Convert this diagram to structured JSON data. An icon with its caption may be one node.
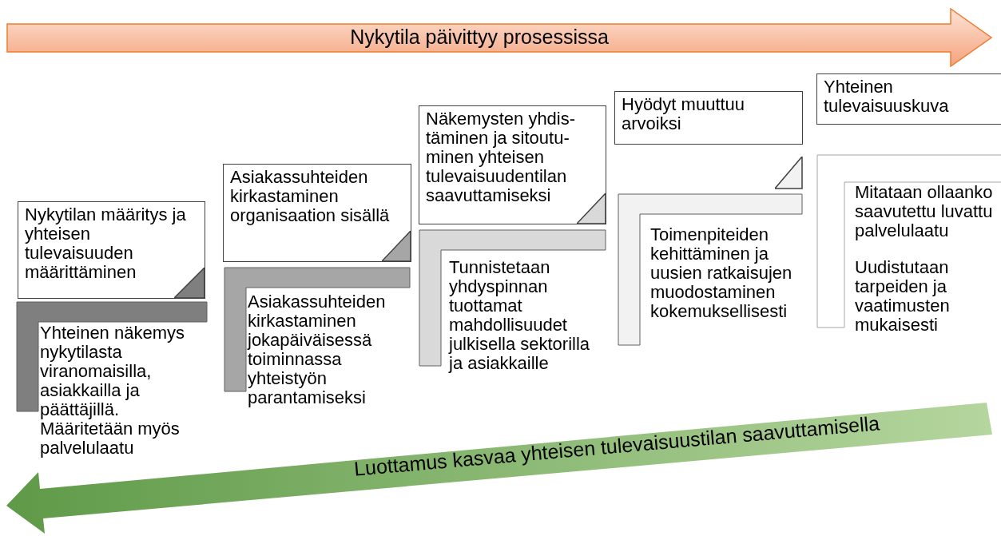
{
  "diagram": {
    "nodes": [
      {
        "text": [
          "Nykytila päivittyy prosessissa"
        ]
      },
      {
        "text": [
          "Nykytilan määritys ja yhteisen tulevaisuuden määrittäminen"
        ]
      },
      {
        "text": [
          "Yhteinen näkemys nykytilasta viranomaisilla, asiakkailla ja päättäjillä. Määritetään myös palvelulaatu"
        ]
      },
      {
        "text": [
          "Asiakassuhteiden kirkastaminen organisaation sisällä"
        ]
      },
      {
        "text": [
          "Asiakassuhteiden kirkastaminen jokapäiväisessä toiminnassa yhteistyön parantamiseksi"
        ]
      },
      {
        "text": [
          "Näkemysten yhdis- täminen ja sitoutu- minen yhteisen tulevaisuudentilan saavuttamiseksi"
        ]
      },
      {
        "text": [
          "Tunnistetaan yhdyspinnan tuottamat mahdollisuudet julkisella sektorilla ja asiakkaille"
        ]
      },
      {
        "text": [
          "Hyödyt muuttuu arvoiksi"
        ]
      },
      {
        "text": [
          "Toimenpiteiden kehittäminen ja uusien ratkaisujen muodostaminen kokemuksellisesti"
        ]
      },
      {
        "text": [
          "Yhteinen tulevaisuuskuva"
        ]
      },
      {
        "text": [
          "Mitataan ollaanko saavutettu luvattu palvelulaatu",
          "Uudistutaan tarpeiden ja vaatimusten mukaisesti"
        ]
      },
      {
        "text": [
          "Luottamus kasvaa yhteisen tulevaisuustilan saavuttamisella"
        ]
      }
    ]
  }
}
